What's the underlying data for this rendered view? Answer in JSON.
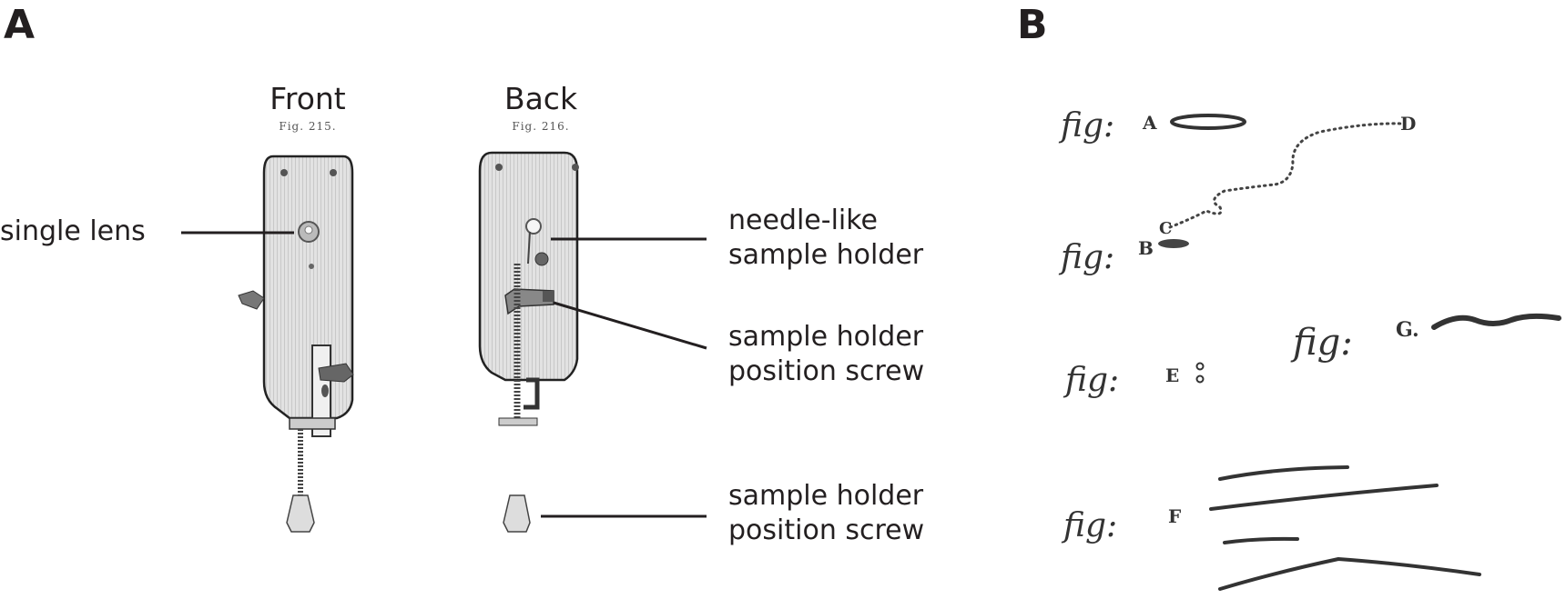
{
  "panels": {
    "a": {
      "letter": "A",
      "front": {
        "title": "Front",
        "caption": "Fig. 215."
      },
      "back": {
        "title": "Back",
        "caption": "Fig. 216."
      },
      "labels": {
        "single_lens": "single lens",
        "needle_holder_line1": "needle-like",
        "needle_holder_line2": "sample holder",
        "position_screw_upper_line1": "sample holder",
        "position_screw_upper_line2": "position screw",
        "position_screw_lower_line1": "sample holder",
        "position_screw_lower_line2": "position screw"
      }
    },
    "b": {
      "letter": "B",
      "figures": [
        {
          "prefix": "fig:",
          "letter": "A"
        },
        {
          "prefix": "fig:",
          "letter": "B"
        },
        {
          "prefix": "",
          "letter": "C"
        },
        {
          "prefix": "",
          "letter": "D"
        },
        {
          "prefix": "fig:",
          "letter": "E"
        },
        {
          "prefix": "fig:",
          "letter": "F"
        },
        {
          "prefix": "fig:",
          "letter": "G."
        }
      ]
    }
  },
  "colors": {
    "ink": "#231f20",
    "engraving": "#333333",
    "metal": "#d9d9d9"
  }
}
